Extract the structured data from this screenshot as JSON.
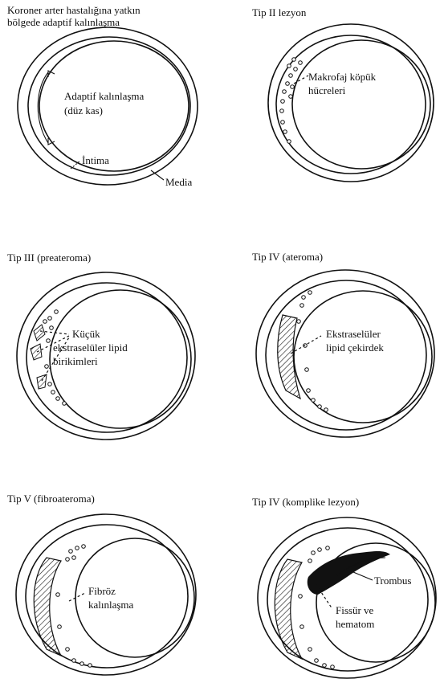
{
  "panels": [
    {
      "title_lines": [
        "Koroner arter hastalığına yatkın",
        "bölgede adaptif kalınlaşma"
      ],
      "labels": {
        "thickening_1": "Adaptif kalınlaşma",
        "thickening_2": "(düz kas)",
        "intima": "İntima",
        "media": "Media"
      }
    },
    {
      "title": "Tip II lezyon",
      "labels": {
        "line1": "Makrofaj köpük",
        "line2": "hücreleri"
      }
    },
    {
      "title": "Tip III (preateroma)",
      "labels": {
        "line1": "Küçük",
        "line2": "ekstraselüler lipid",
        "line3": "birikimleri"
      }
    },
    {
      "title": "Tip IV (ateroma)",
      "labels": {
        "line1": "Ekstraselüler",
        "line2": "lipid çekirdek"
      }
    },
    {
      "title": "Tip V (fibroateroma)",
      "labels": {
        "line1": "Fibröz",
        "line2": "kalınlaşma"
      }
    },
    {
      "title": "Tip IV (komplike lezyon)",
      "labels": {
        "trombus": "Trombus",
        "line1": "Fissür ve",
        "line2": "hematom"
      }
    }
  ]
}
